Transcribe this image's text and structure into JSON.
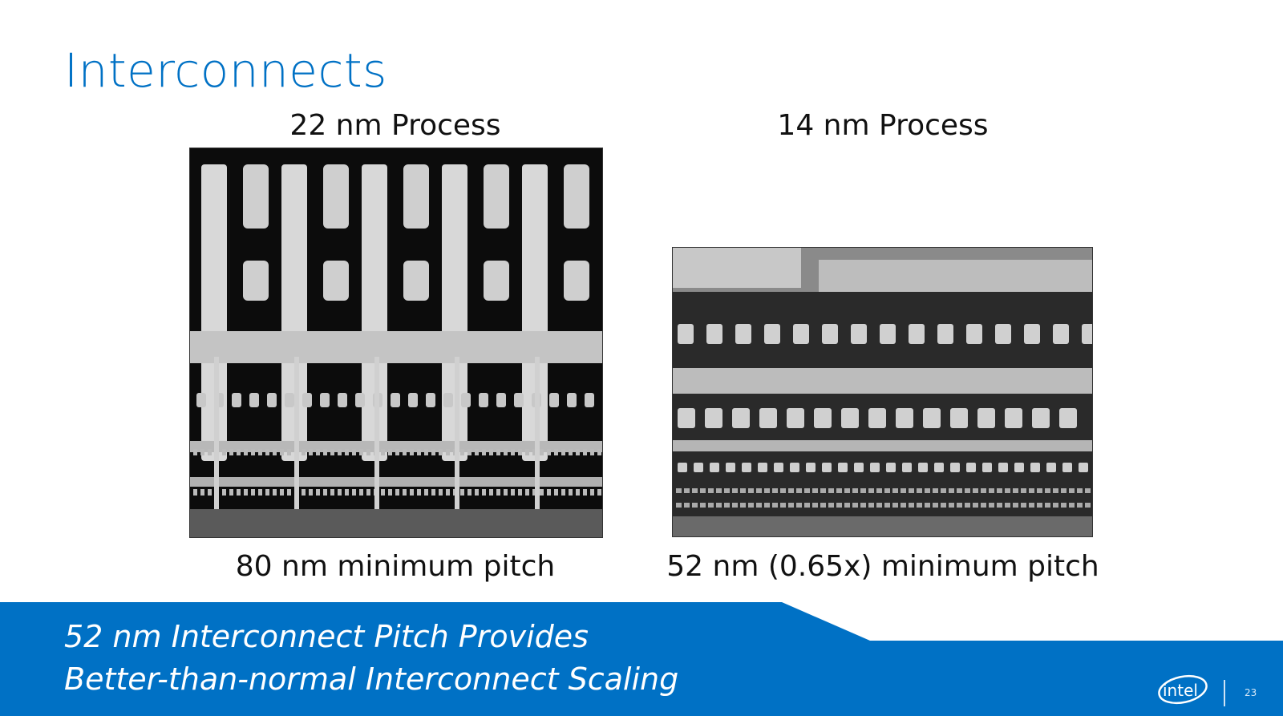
{
  "slide": {
    "title": "Interconnects",
    "left": {
      "heading": "22 nm Process",
      "caption": "80 nm minimum pitch"
    },
    "right": {
      "heading": "14 nm Process",
      "caption": "52 nm (0.65x) minimum pitch"
    },
    "banner": {
      "line1": "52 nm Interconnect Pitch Provides",
      "line2": "Better-than-normal Interconnect Scaling"
    },
    "logo_text": "intel",
    "page_number": "23",
    "colors": {
      "brand": "#0071c5",
      "text": "#111111"
    }
  }
}
